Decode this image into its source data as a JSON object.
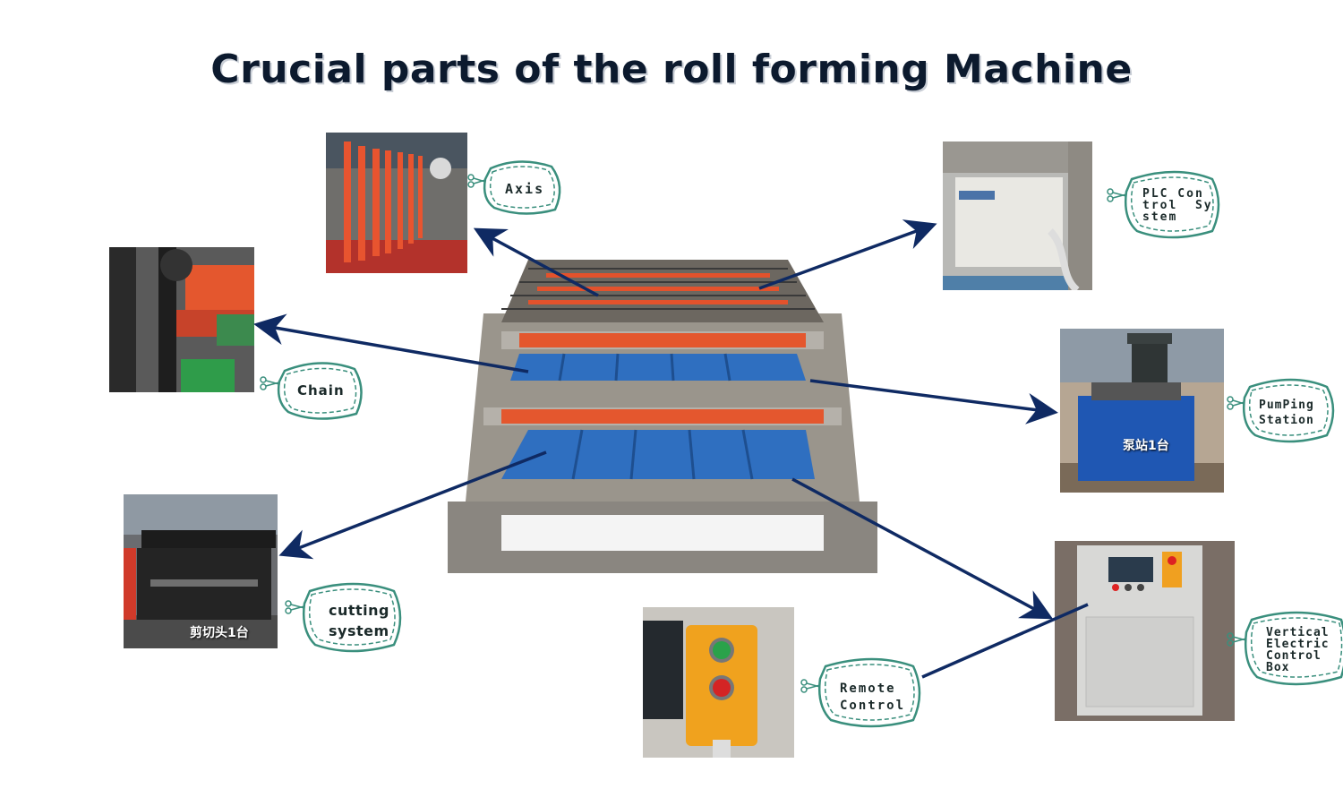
{
  "title": "Crucial parts of the roll forming Machine",
  "colors": {
    "arrow": "#0f2a63",
    "tag_border": "#3a8f7d",
    "title": "#0c1a2e"
  },
  "photos": {
    "main": {
      "overlay": ""
    },
    "pumping": {
      "overlay": "泵站1台"
    },
    "cutting": {
      "overlay": "剪切头1台"
    }
  },
  "labels": {
    "axis": "Axis",
    "chain": "Chain",
    "cutting": "cutting\nsystem",
    "plc": "PLC Con\ntrol  Sy\nstem",
    "pumping": "PumPing\nStation",
    "vertical": "Vertical\nElectric\nControl\nBox",
    "remote": "Remote\nControl"
  },
  "icons": {
    "tag_scissors": "scissors-icon"
  }
}
